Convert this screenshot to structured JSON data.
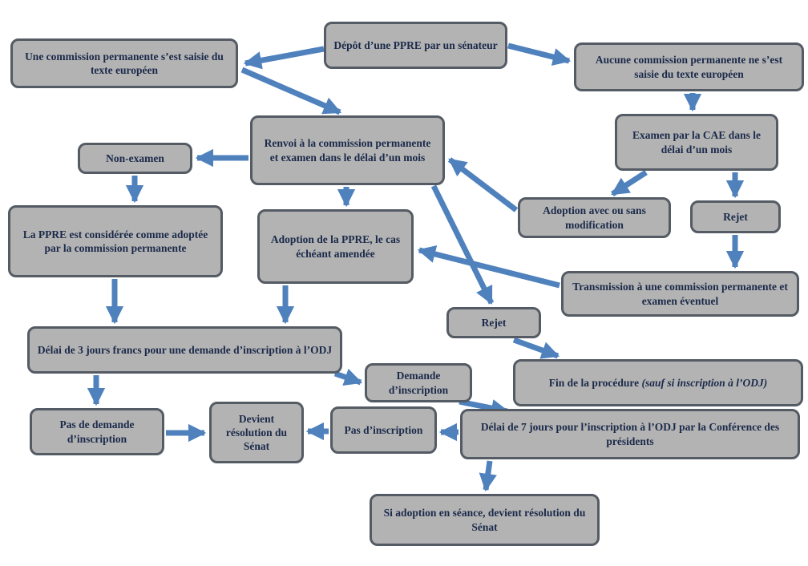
{
  "diagram": {
    "type": "flowchart",
    "subject": "Procédure PPRE au Sénat",
    "colors": {
      "box_fill": "#b3b3b3",
      "box_border": "#545b64",
      "arrow": "#4f81bd",
      "text": "#1b2a4a"
    },
    "nodes": {
      "depot": {
        "label": "Dépôt d’une PPRE par un sénateur"
      },
      "commission_saisie": {
        "label": "Une commission permanente s’est saisie du texte européen"
      },
      "commission_non_saisie": {
        "label": "Aucune commission permanente ne s’est saisie du texte européen"
      },
      "renvoi_commission": {
        "label": "Renvoi à la commission permanente et examen dans le délai d’un mois"
      },
      "non_examen": {
        "label": "Non-examen"
      },
      "examen_cae": {
        "label": "Examen par la CAE dans le délai d’un mois"
      },
      "ppre_consideree_adoptee": {
        "label": "La PPRE est considérée comme adoptée par la commission permanente"
      },
      "adoption_ppre": {
        "label": "Adoption de la PPRE, le cas échéant amendée"
      },
      "adoption_modification": {
        "label": "Adoption avec ou sans modification"
      },
      "rejet_cae": {
        "label": "Rejet"
      },
      "transmission": {
        "label": "Transmission à une commission permanente et examen éventuel"
      },
      "rejet_commission": {
        "label": "Rejet"
      },
      "delai_3_jours": {
        "label": "Délai de 3 jours francs pour une demande d’inscription à l’ODJ"
      },
      "fin_procedure": {
        "label_main": "Fin de la procédure ",
        "label_italic": "(sauf si inscription à l’ODJ)"
      },
      "demande_inscription": {
        "label": "Demande d’inscription"
      },
      "pas_demande_inscription": {
        "label": "Pas de demande d’inscription"
      },
      "devient_resolution": {
        "label": "Devient résolution du Sénat"
      },
      "pas_inscription": {
        "label": "Pas d’inscription"
      },
      "delai_7_jours": {
        "label": "Délai de 7 jours pour l’inscription à l’ODJ par la Conférence des présidents"
      },
      "adoption_seance": {
        "label": "Si adoption en séance, devient résolution du Sénat"
      }
    },
    "edges": [
      {
        "from": "depot",
        "to": "commission_saisie"
      },
      {
        "from": "depot",
        "to": "commission_non_saisie"
      },
      {
        "from": "commission_saisie",
        "to": "renvoi_commission"
      },
      {
        "from": "commission_non_saisie",
        "to": "examen_cae"
      },
      {
        "from": "examen_cae",
        "to": "adoption_modification"
      },
      {
        "from": "examen_cae",
        "to": "rejet_cae"
      },
      {
        "from": "adoption_modification",
        "to": "renvoi_commission"
      },
      {
        "from": "rejet_cae",
        "to": "transmission"
      },
      {
        "from": "transmission",
        "to": "adoption_ppre"
      },
      {
        "from": "renvoi_commission",
        "to": "adoption_ppre"
      },
      {
        "from": "renvoi_commission",
        "to": "non_examen"
      },
      {
        "from": "non_examen",
        "to": "ppre_consideree_adoptee"
      },
      {
        "from": "ppre_consideree_adoptee",
        "to": "delai_3_jours"
      },
      {
        "from": "adoption_ppre",
        "to": "delai_3_jours"
      },
      {
        "from": "renvoi_commission",
        "to": "rejet_commission"
      },
      {
        "from": "rejet_commission",
        "to": "fin_procedure"
      },
      {
        "from": "delai_3_jours",
        "to": "pas_demande_inscription"
      },
      {
        "from": "delai_3_jours",
        "to": "demande_inscription"
      },
      {
        "from": "demande_inscription",
        "to": "delai_7_jours"
      },
      {
        "from": "pas_demande_inscription",
        "to": "devient_resolution"
      },
      {
        "from": "pas_inscription",
        "to": "devient_resolution"
      },
      {
        "from": "delai_7_jours",
        "to": "pas_inscription"
      },
      {
        "from": "delai_7_jours",
        "to": "adoption_seance"
      }
    ]
  }
}
